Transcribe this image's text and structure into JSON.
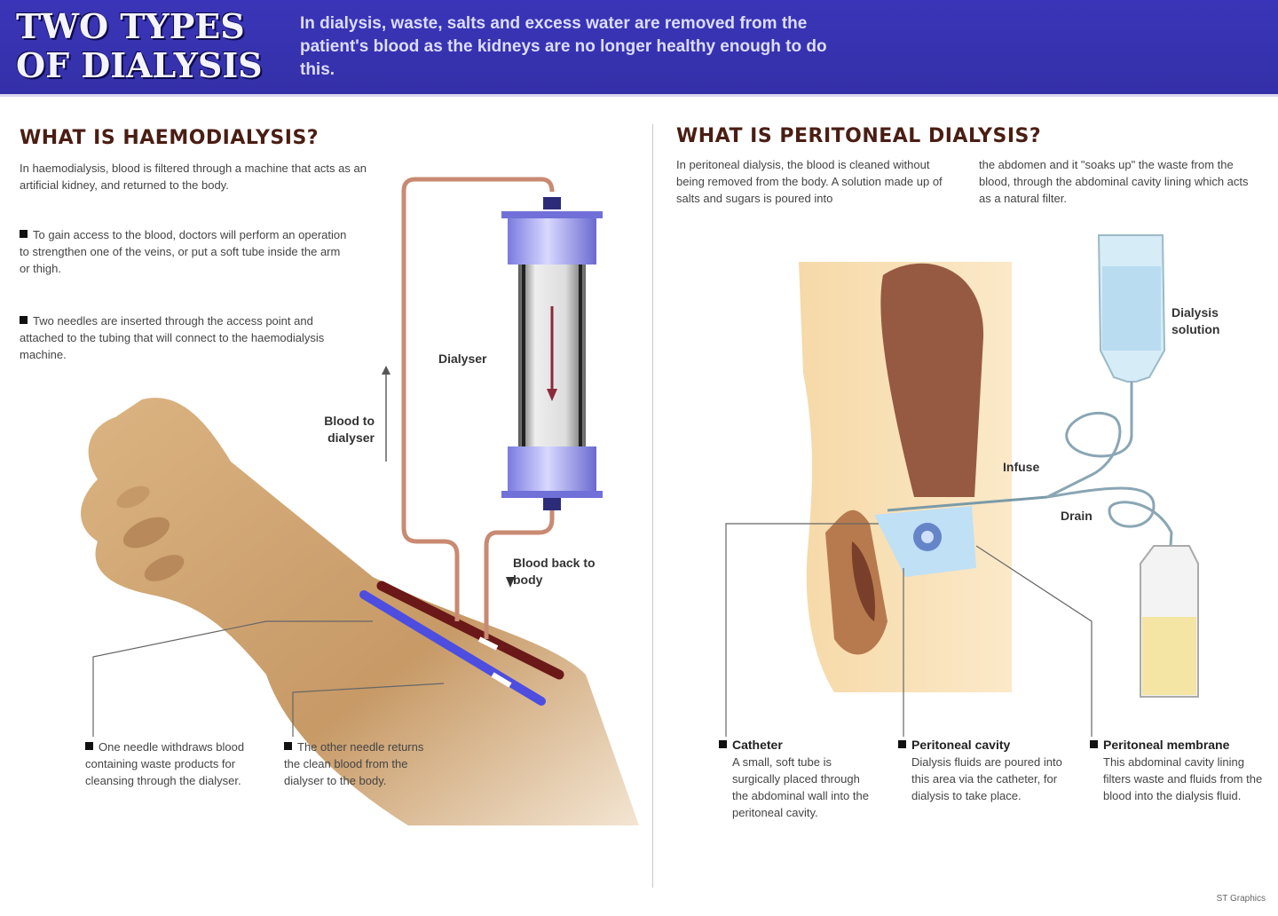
{
  "header": {
    "title_line1": "TWO TYPES",
    "title_line2": "OF DIALYSIS",
    "description": "In dialysis, waste, salts and excess water are removed from the patient's blood as the kidneys are no longer healthy enough to do this.",
    "background_color": "#3a35b8"
  },
  "haemodialysis": {
    "title": "WHAT IS HAEMODIALYSIS?",
    "intro": "In haemodialysis, blood is filtered through a machine that acts as an artificial kidney, and returned to the body.",
    "bullets": [
      "To gain access to the blood, doctors will perform an operation to strengthen one of the veins, or put a soft tube inside the arm or thigh.",
      "Two needles are inserted through the access point and attached to the tubing that will connect to the haemodialysis machine."
    ],
    "labels": {
      "dialyser": "Dialyser",
      "blood_to_dialyser": "Blood to dialyser",
      "blood_back": "Blood back to body"
    },
    "callouts": [
      "One needle withdraws blood containing waste products for cleansing through the dialyser.",
      "The other needle returns the clean blood from the dialyser to the body."
    ]
  },
  "peritoneal": {
    "title": "WHAT IS PERITONEAL DIALYSIS?",
    "intro_col1": "In peritoneal dialysis, the blood is cleaned without being removed from the body. A solution made up of salts and sugars is poured into",
    "intro_col2": "the abdomen and it \"soaks up\" the waste from the blood, through the abdominal cavity lining which acts as a natural filter.",
    "labels": {
      "dialysis_solution": "Dialysis solution",
      "infuse": "Infuse",
      "drain": "Drain"
    },
    "callouts": [
      {
        "head": "Catheter",
        "body": "A small, soft tube is surgically placed through the abdominal wall into the peritoneal cavity."
      },
      {
        "head": "Peritoneal cavity",
        "body": "Dialysis fluids are poured into this area via the catheter, for dialysis to take place."
      },
      {
        "head": "Peritoneal membrane",
        "body": "This abdominal cavity lining filters waste and fluids from the blood into the dialysis fluid."
      }
    ]
  },
  "credit": "ST Graphics"
}
